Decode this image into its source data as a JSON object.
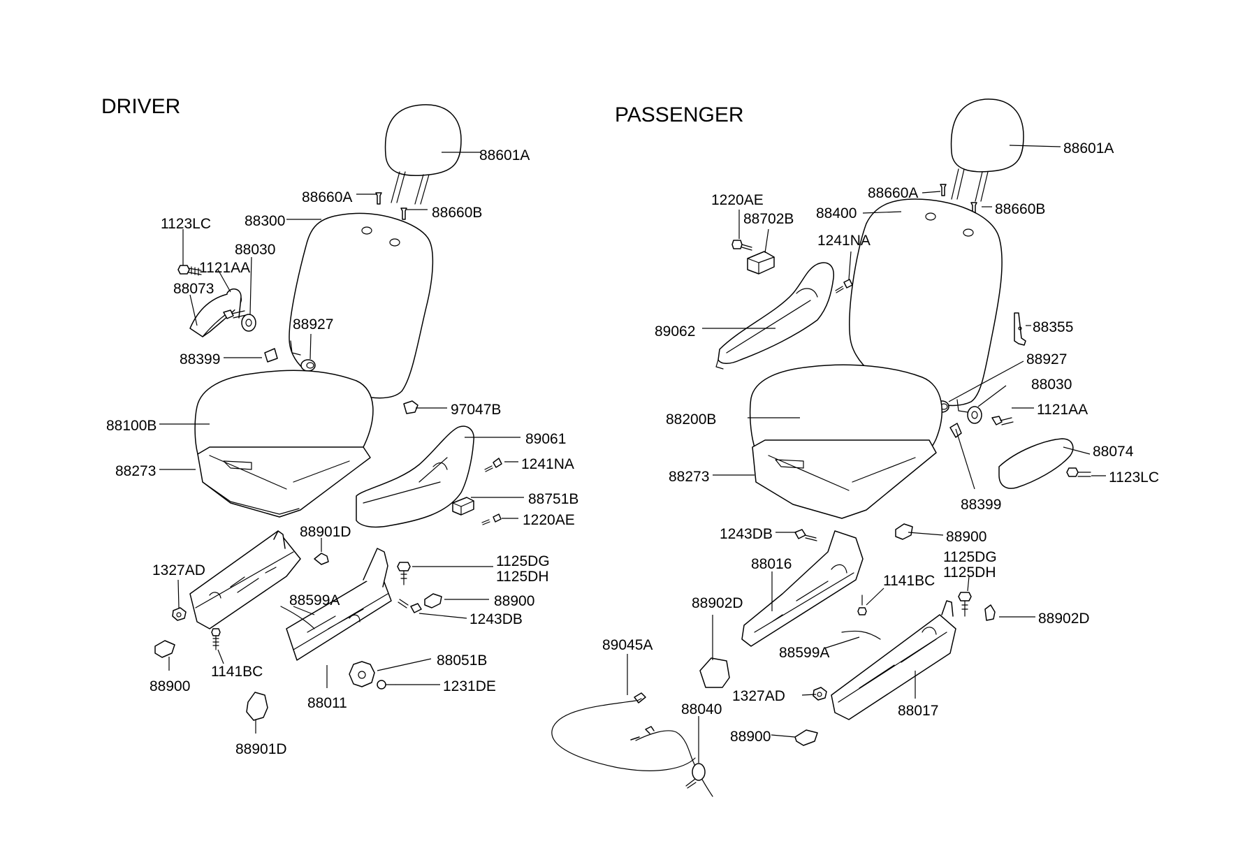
{
  "sections": {
    "driver": "DRIVER",
    "passenger": "PASSENGER"
  },
  "driver_labels": [
    "88601A",
    "88660A",
    "88660B",
    "88300",
    "1123LC",
    "88030",
    "1121AA",
    "88073",
    "88927",
    "88399",
    "97047B",
    "88100B",
    "89061",
    "1241NA",
    "88273",
    "88751B",
    "1220AE",
    "88901D",
    "1125DG",
    "1125DH",
    "1327AD",
    "88599A",
    "88900",
    "1243DB",
    "88051B",
    "1141BC",
    "1231DE",
    "88900",
    "88011",
    "88901D"
  ],
  "passenger_labels": [
    "88601A",
    "88660A",
    "88660B",
    "1220AE",
    "88702B",
    "88400",
    "1241NA",
    "88355",
    "89062",
    "88927",
    "88030",
    "88200B",
    "1121AA",
    "88074",
    "1123LC",
    "88273",
    "88399",
    "1243DB",
    "88900",
    "1125DG",
    "1125DH",
    "88016",
    "1141BC",
    "88902D",
    "88902D",
    "88599A",
    "89045A",
    "1327AD",
    "88017",
    "88040",
    "88900"
  ]
}
